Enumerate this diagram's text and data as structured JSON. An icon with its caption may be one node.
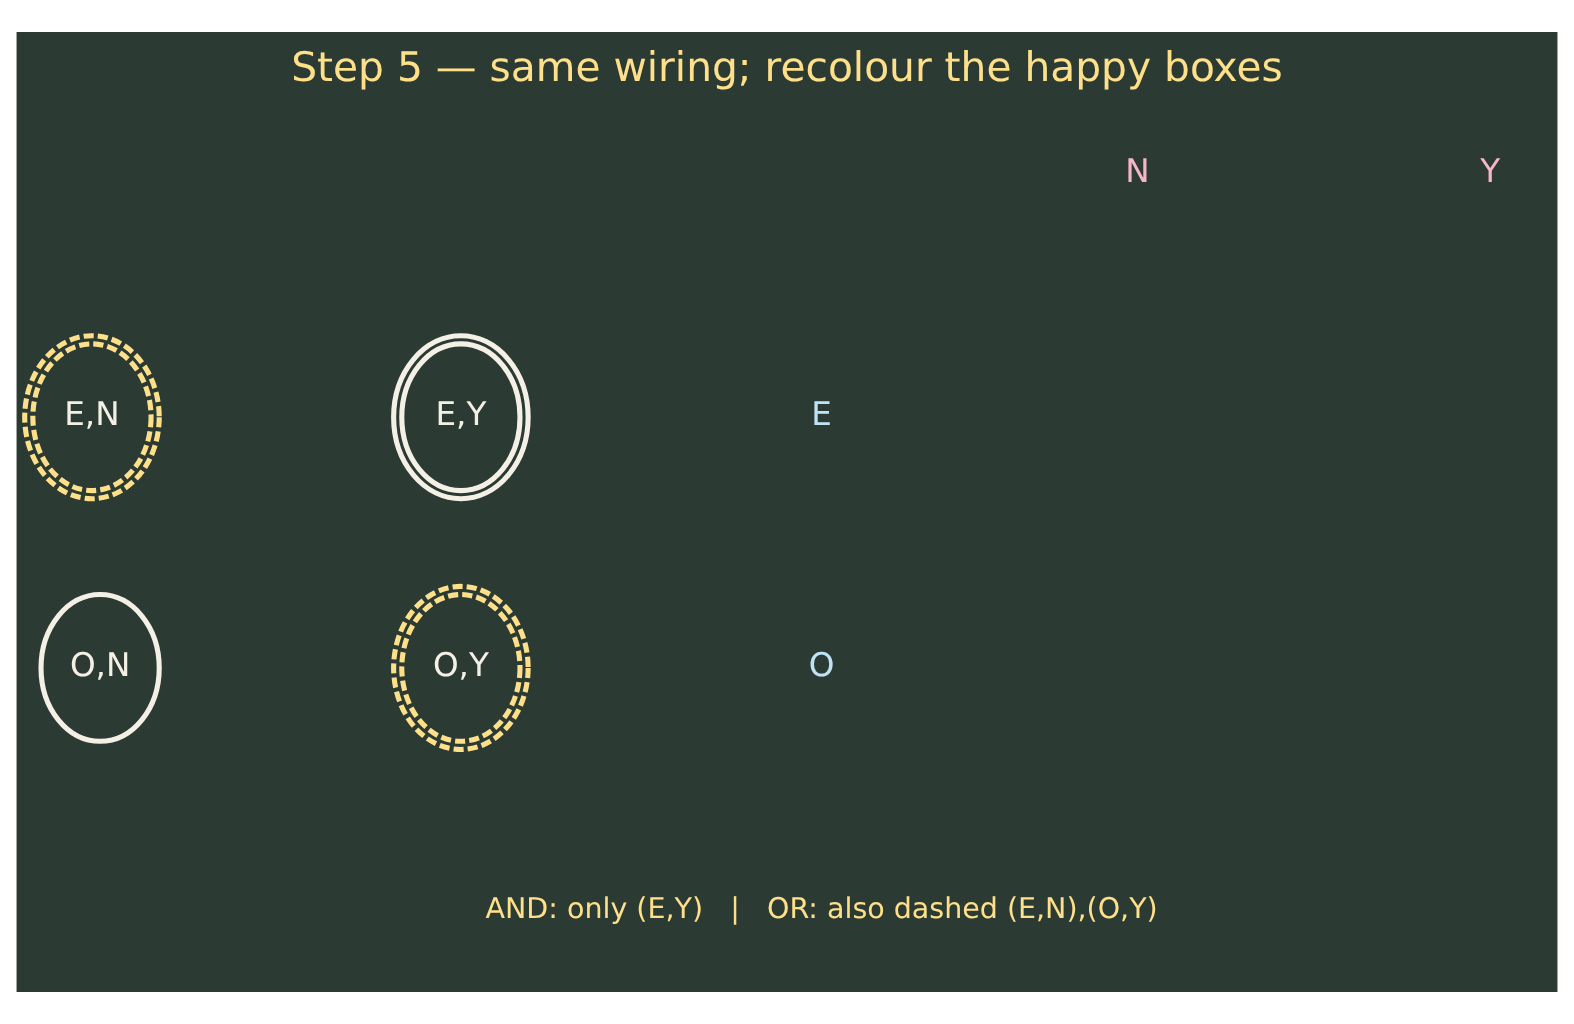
{
  "diagram": {
    "title": "Step 5 — same wiring; recolour the happy boxes",
    "nodes": [
      {
        "text": [
          "E,N"
        ]
      },
      {
        "text": [
          "E,Y"
        ]
      },
      {
        "text": [
          "O,N"
        ]
      },
      {
        "text": [
          "O,Y"
        ]
      }
    ],
    "labels": [
      "N",
      "Y",
      "E",
      "O",
      "AND: only (E,Y)   |   OR: also dashed (E,N),(O,Y)"
    ]
  }
}
